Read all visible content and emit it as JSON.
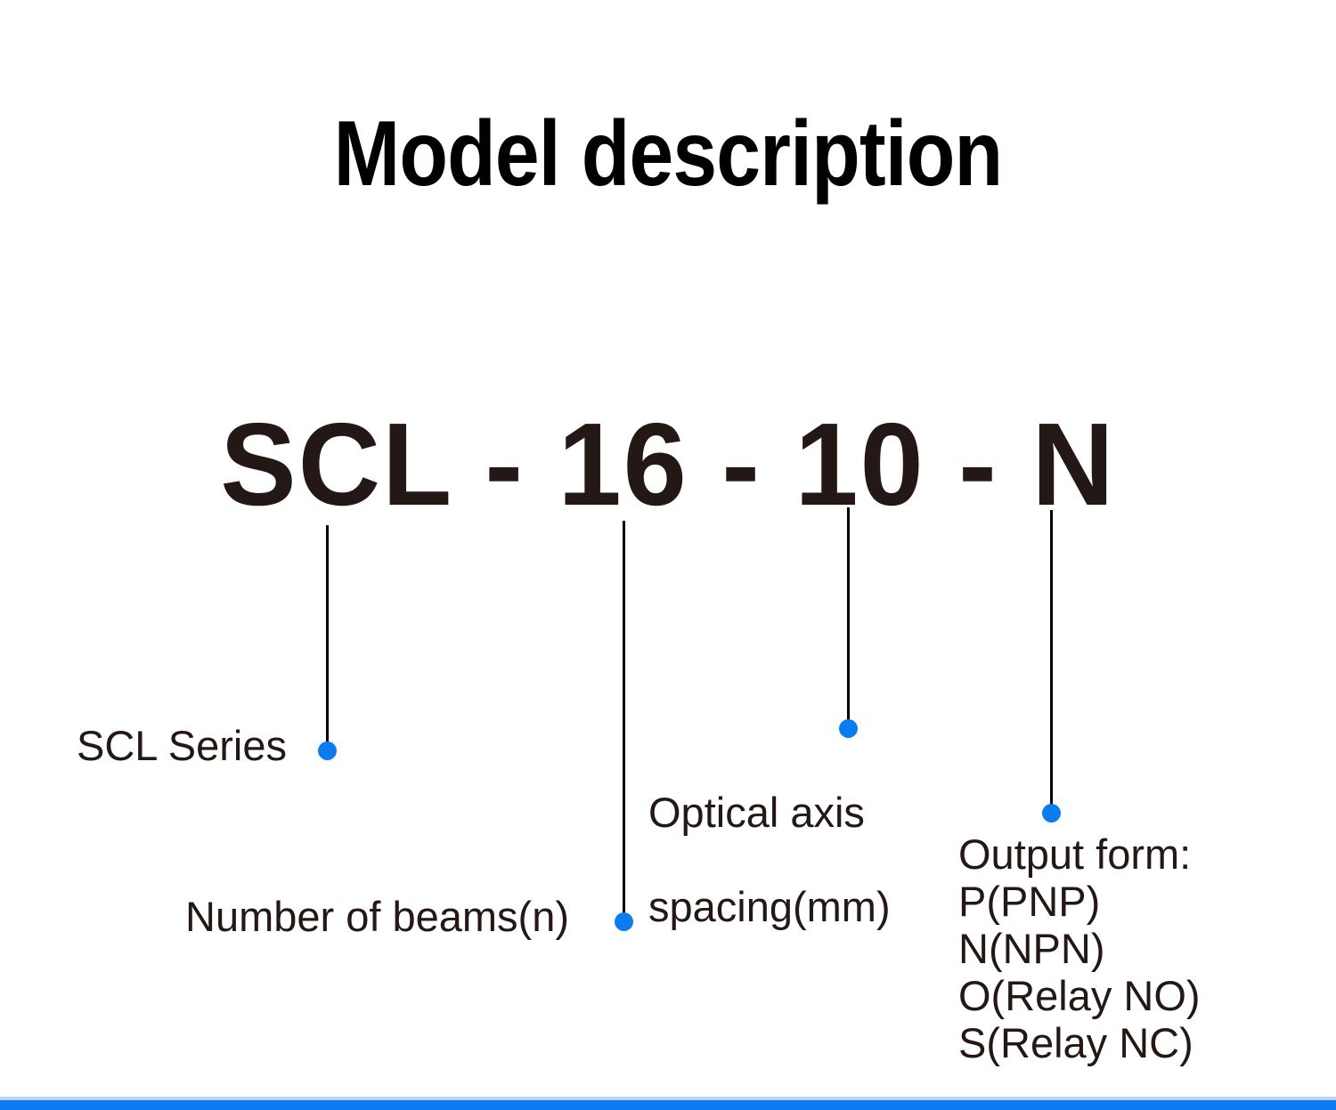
{
  "slide": {
    "title": "Model description",
    "background_color": "#ffffff",
    "text_color": "#231815",
    "accent_color": "#0a7cf0"
  },
  "model_code": {
    "full_string": "SCL - 16 - 10 - N",
    "segments": [
      {
        "value": "SCL",
        "meaning": "SCL Series"
      },
      {
        "value": "16",
        "meaning": "Number of beams(n)"
      },
      {
        "value": "10",
        "meaning": "Optical axis spacing(mm)"
      },
      {
        "value": "N",
        "meaning": "Output form"
      }
    ]
  },
  "callouts": {
    "series": {
      "label": "SCL Series"
    },
    "optical_axis": {
      "line1": "Optical axis",
      "line2": "spacing(mm)"
    },
    "beams": {
      "label": "Number of beams(n)"
    },
    "output_form": {
      "heading": "Output form:",
      "options": [
        "P(PNP)",
        "N(NPN)",
        "O(Relay NO)",
        "S(Relay NC)"
      ]
    }
  },
  "footer": {
    "bar_color": "#0a7cf0",
    "accent_line_color": "#b9d4f5"
  }
}
